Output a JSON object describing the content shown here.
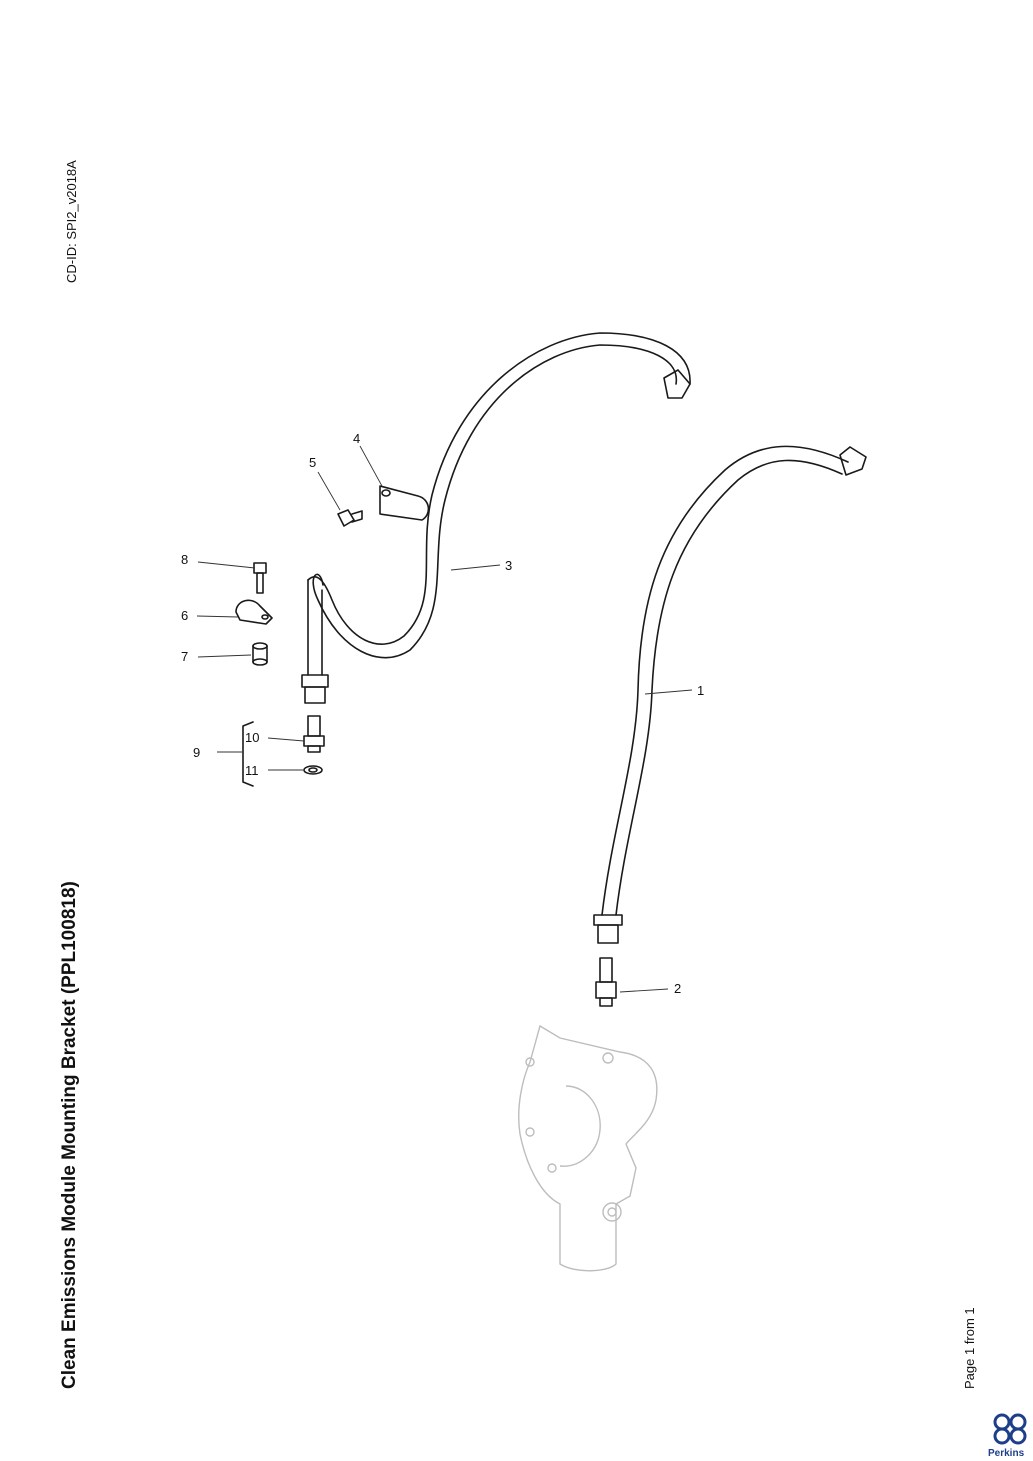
{
  "document": {
    "cd_id": "CD-ID: SPI2_v2018A",
    "title": "Clean Emissions Module Mounting Bracket (PPL100818)",
    "page_label": "Page 1 from 1",
    "brand": "Perkins"
  },
  "callouts": [
    {
      "id": "1",
      "text": "1"
    },
    {
      "id": "2",
      "text": "2"
    },
    {
      "id": "3",
      "text": "3"
    },
    {
      "id": "4",
      "text": "4"
    },
    {
      "id": "5",
      "text": "5"
    },
    {
      "id": "6",
      "text": "6"
    },
    {
      "id": "7",
      "text": "7"
    },
    {
      "id": "8",
      "text": "8"
    },
    {
      "id": "9",
      "text": "9"
    },
    {
      "id": "10",
      "text": "10"
    },
    {
      "id": "11",
      "text": "11"
    }
  ],
  "colors": {
    "line": "#1a1a1a",
    "ghost_part": "#bdbdbd",
    "brand_blue": "#1d3f8a"
  }
}
